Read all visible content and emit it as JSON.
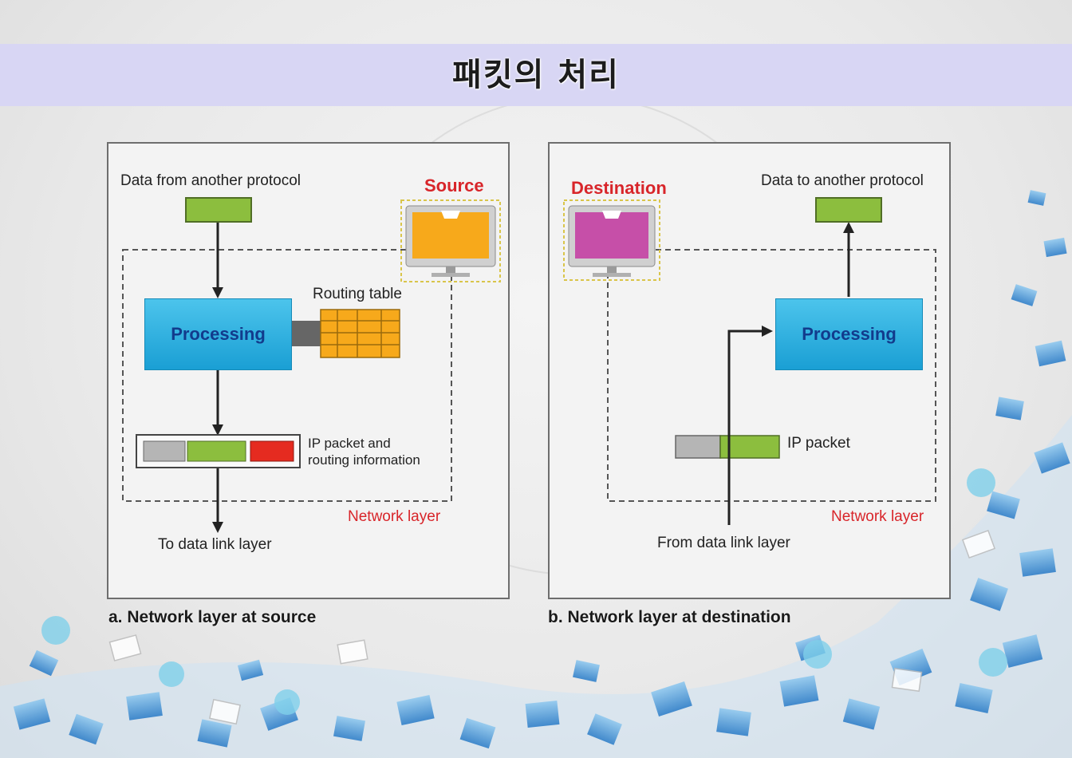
{
  "title": "패킷의 처리",
  "source_panel": {
    "data_in_label": "Data from another protocol",
    "device_label": "Source",
    "routing_table_label": "Routing table",
    "processing_label": "Processing",
    "packet_label_line1": "IP packet and",
    "packet_label_line2": "routing information",
    "network_layer_label": "Network layer",
    "output_label": "To data link layer",
    "caption": "a. Network layer at source",
    "device_color": "#f7a91b"
  },
  "dest_panel": {
    "device_label": "Destination",
    "data_out_label": "Data to another protocol",
    "processing_label": "Processing",
    "packet_label": "IP packet",
    "network_layer_label": "Network layer",
    "input_label": "From data link layer",
    "caption": "b. Network layer at destination",
    "device_color": "#c64fa8"
  },
  "colors": {
    "title_band": "#d8d6f4",
    "processing": "#29a9de",
    "data_block": "#8cbe3e",
    "header_block": "#b5b5b5",
    "trailer_block": "#e52b20",
    "routing_table": "#f7a91b",
    "accent_red": "#d8252a"
  }
}
